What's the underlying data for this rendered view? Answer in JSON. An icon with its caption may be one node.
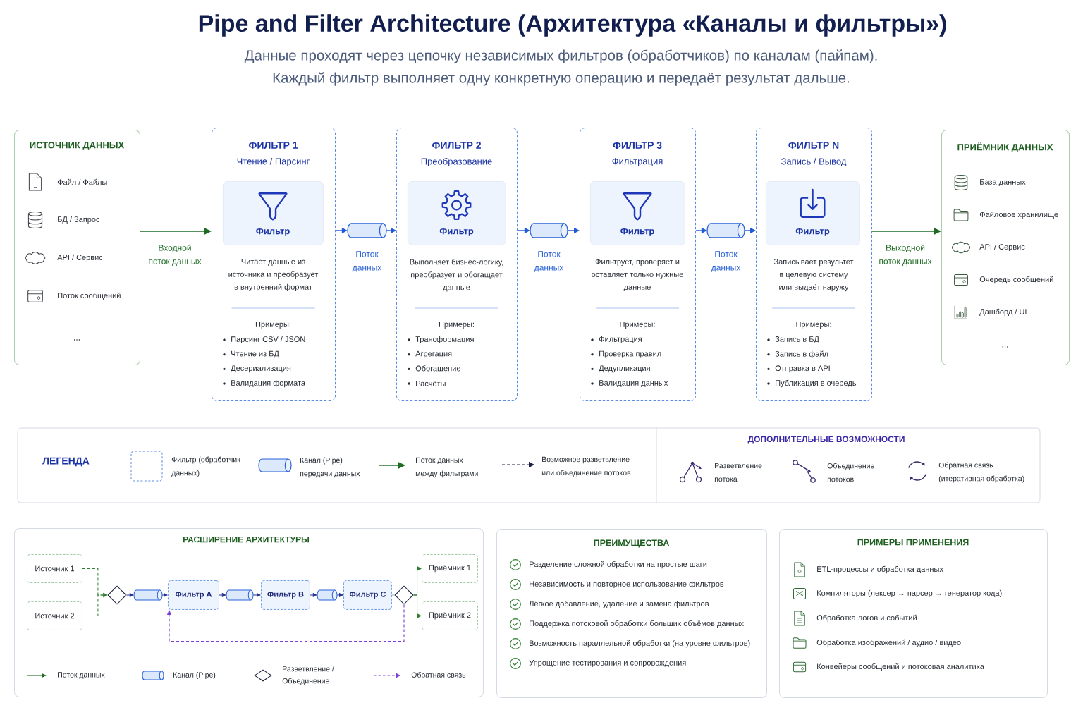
{
  "diagram": {
    "title": "Pipe and Filter Architecture (Архитектура «Каналы и фильтры»)",
    "nodes": [
      {
        "text": [
          "ИСТОЧНИК ДАННЫХ",
          "Файл / Файлы",
          "БД / Запрос",
          "API / Сервис",
          "Поток сообщений",
          "..."
        ]
      },
      {
        "text": [
          "ФИЛЬТР 1",
          "Чтение / Парсинг",
          "Читает данные из источника и преобразует в внутренний формат",
          "Примеры:",
          "Парсинг CSV / JSON",
          "Чтение из БД",
          "Десериализация",
          "Валидация формата"
        ]
      },
      {
        "text": [
          "Фильтр"
        ],
        "in": 1
      },
      {
        "text": [],
        "shape": "cylinder",
        "beside": [
          "Поток данных"
        ]
      },
      {
        "text": [
          "ФИЛЬТР 2",
          "Преобразование",
          "Выполняет бизнес-логику, преобразует и обогащает данные",
          "Примеры:",
          "Трансформация",
          "Агрегация",
          "Обогащение",
          "Расчёты"
        ]
      },
      {
        "text": [
          "Фильтр"
        ],
        "in": 4
      },
      {
        "text": [],
        "shape": "cylinder",
        "beside": [
          "Поток данных"
        ]
      },
      {
        "text": [
          "ФИЛЬТР 3",
          "Фильтрация",
          "Фильтрует, проверяет и оставляет только нужные данные",
          "Примеры:",
          "Фильтрация",
          "Проверка правил",
          "Дедупликация",
          "Валидация данных"
        ]
      },
      {
        "text": [
          "Фильтр"
        ],
        "in": 7
      },
      {
        "text": [],
        "shape": "cylinder",
        "beside": [
          "Поток данных"
        ]
      },
      {
        "text": [
          "ФИЛЬТР N",
          "Запись / Вывод",
          "Записывает результет в целевую систему или выдаёт наружу",
          "Примеры:",
          "Запись в БД",
          "Запись в файл",
          "Отправка в API",
          "Публикация в очередь"
        ]
      },
      {
        "text": [
          "Фильтр"
        ],
        "in": 10
      },
      {
        "text": [
          "ПРИЁМНИК ДАННЫХ",
          "База данных",
          "Файловое хранилище",
          "API / Сервис",
          "Очередь сообщений",
          "Дашборд / UI",
          "..."
        ]
      },
      {
        "text": [
          "РАСШИРЕНИЕ АРХИТЕКТУРЫ"
        ]
      },
      {
        "text": [
          "Источник 1"
        ],
        "in": 13
      },
      {
        "text": [
          "Источник 2"
        ],
        "in": 13
      },
      {
        "text": [],
        "shape": "diamond",
        "in": 13
      },
      {
        "text": [],
        "shape": "cylinder",
        "in": 13
      },
      {
        "text": [
          "Фильтр A"
        ],
        "in": 13
      },
      {
        "text": [],
        "shape": "cylinder",
        "in": 13
      },
      {
        "text": [
          "Фильтр B"
        ],
        "in": 13
      },
      {
        "text": [],
        "shape": "cylinder",
        "in": 13
      },
      {
        "text": [
          "Фильтр C"
        ],
        "in": 13
      },
      {
        "text": [],
        "shape": "diamond",
        "in": 13
      },
      {
        "text": [
          "Приёмник 1"
        ],
        "in": 13
      },
      {
        "text": [
          "Приёмник 2"
        ],
        "in": 13
      },
      {
        "text": [
          "ПРЕИМУЩЕСТВА",
          "Разделение сложной обработки на простые шаги",
          "Независимость и повторное использование фильтров",
          "Лёгкое добавление, удаление и замена фильтров",
          "Поддержка потоковой обработки больших объёмов данных",
          "Возможность параллельной обработки (на уровне фильтров)",
          "Упрощение тестирования и сопровождения"
        ]
      },
      {
        "text": [
          "ПРИМЕРЫ ПРИМЕНЕНИЯ",
          "ETL-процессы и обработка данных",
          "Компиляторы (лексер → парсер → генератор кода)",
          "Обработка логов и событий",
          "Обработка изображений / аудио / видео",
          "Конвейеры сообщений и потоковая аналитика"
        ]
      }
    ],
    "edges": [
      {
        "from": 0,
        "to": 1,
        "arrow": "to",
        "label": "Входной поток данных",
        "color": "#1e6b23"
      },
      {
        "from": 1,
        "to": 3,
        "arrow": "to"
      },
      {
        "from": 3,
        "to": 4,
        "arrow": "to"
      },
      {
        "from": 4,
        "to": 6,
        "arrow": "to"
      },
      {
        "from": 6,
        "to": 7,
        "arrow": "to"
      },
      {
        "from": 7,
        "to": 9,
        "arrow": "to"
      },
      {
        "from": 9,
        "to": 10,
        "arrow": "to"
      },
      {
        "from": 10,
        "to": 12,
        "arrow": "to",
        "label": "Выходной поток данных",
        "color": "#1e6b23"
      },
      {
        "from": 14,
        "to": 16,
        "arrow": "to",
        "style": "dashed",
        "color": "#2e7d32"
      },
      {
        "from": 15,
        "to": 16,
        "arrow": "to",
        "style": "dashed",
        "color": "#2e7d32"
      },
      {
        "from": 16,
        "to": 17,
        "arrow": "to",
        "color": "#27338f"
      },
      {
        "from": 17,
        "to": 18,
        "arrow": "to",
        "color": "#27338f"
      },
      {
        "from": 18,
        "to": 19,
        "arrow": "to",
        "color": "#27338f"
      },
      {
        "from": 19,
        "to": 20,
        "arrow": "to",
        "color": "#27338f"
      },
      {
        "from": 20,
        "to": 21,
        "arrow": "to",
        "color": "#27338f"
      },
      {
        "from": 21,
        "to": 22,
        "arrow": "to",
        "color": "#27338f"
      },
      {
        "from": 22,
        "to": 23,
        "arrow": "none",
        "color": "#9aa3b5"
      },
      {
        "from": 23,
        "to": 24,
        "arrow": "to",
        "color": "#2e7d32"
      },
      {
        "from": 23,
        "to": 25,
        "arrow": "to",
        "color": "#2e7d32"
      },
      {
        "from": 23,
        "to": 18,
        "arrow": "to",
        "style": "dashed",
        "color": "#7b3fd1"
      }
    ],
    "labels": [
      "Данные проходят через цепочку независимых фильтров (обработчиков) по каналам (пайпам).",
      "Каждый фильтр выполняет одну конкретную операцию и передаёт результат дальше.",
      "ЛЕГЕНДА",
      "ДОПОЛНИТЕЛЬНЫЕ ВОЗМОЖНОСТИ"
    ],
    "legend": [
      {
        "text": "Фильтр (обработчик данных)"
      },
      {
        "text": "Канал (Pipe) передачи данных"
      },
      {
        "text": "Поток данных между фильтрами"
      },
      {
        "text": "Возможное разветвление или объединение потоков"
      },
      {
        "text": "Разветвление потока"
      },
      {
        "text": "Объединение потоков"
      },
      {
        "text": "Обратная связь (итеративная обработка)"
      },
      {
        "text": "Поток данных"
      },
      {
        "text": "Канал (Pipe)"
      },
      {
        "text": "Разветвление / Объединение"
      },
      {
        "text": "Обратная связь"
      }
    ]
  }
}
